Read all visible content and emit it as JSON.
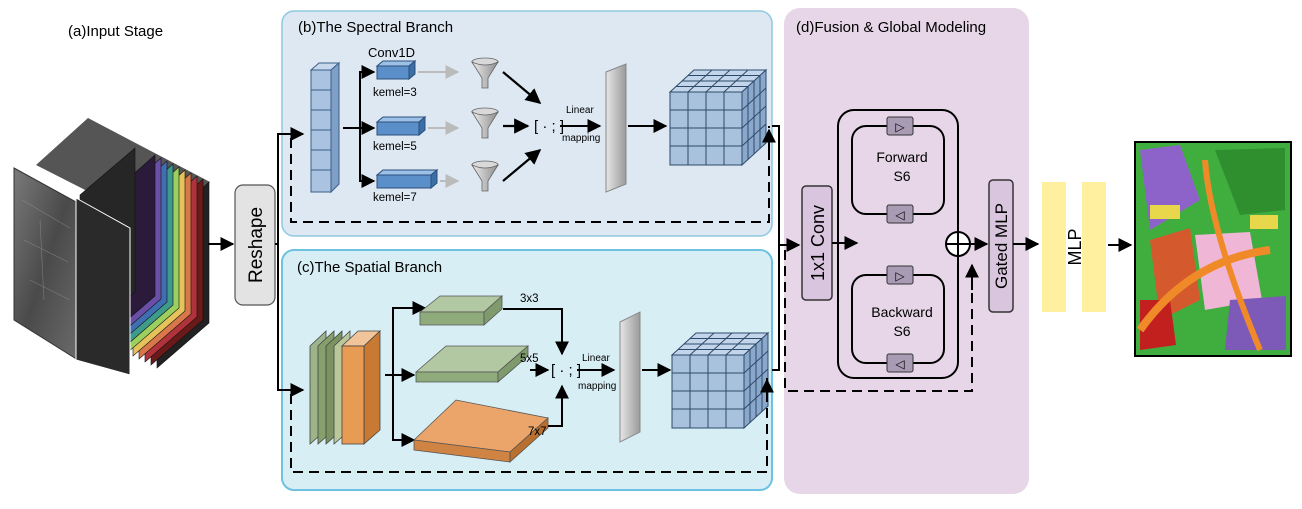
{
  "stages": {
    "input": "(a)Input Stage",
    "spectral": "(b)The Spectral Branch",
    "spatial": "(c)The Spatial Branch",
    "fusion": "(d)Fusion & Global Modeling"
  },
  "spectral": {
    "conv_title": "Conv1D",
    "kernels": [
      "kemel=3",
      "kemel=5",
      "kemel=7"
    ],
    "concat": "[ · ; ]",
    "linear": "Linear",
    "mapping": "mapping"
  },
  "spatial": {
    "sizes": [
      "3x3",
      "5x5",
      "7x7"
    ],
    "concat": "[ · ; ]",
    "linear": "Linear",
    "mapping": "mapping"
  },
  "blocks": {
    "reshape": "Reshape",
    "conv1x1": "1x1 Conv",
    "gated_mlp": "Gated MLP",
    "mlp": "MLP",
    "forward": "Forward",
    "backward": "Backward",
    "s6": "S6"
  },
  "colors": {
    "spectral_panel": "#dde8f2",
    "spatial_panel": "#d8eef5",
    "fusion_panel": "#e6d6e8",
    "block_purple": "#d9c6de",
    "mlp_yellow": "#fff0a0",
    "cube_blue": "#a8c1dc"
  }
}
